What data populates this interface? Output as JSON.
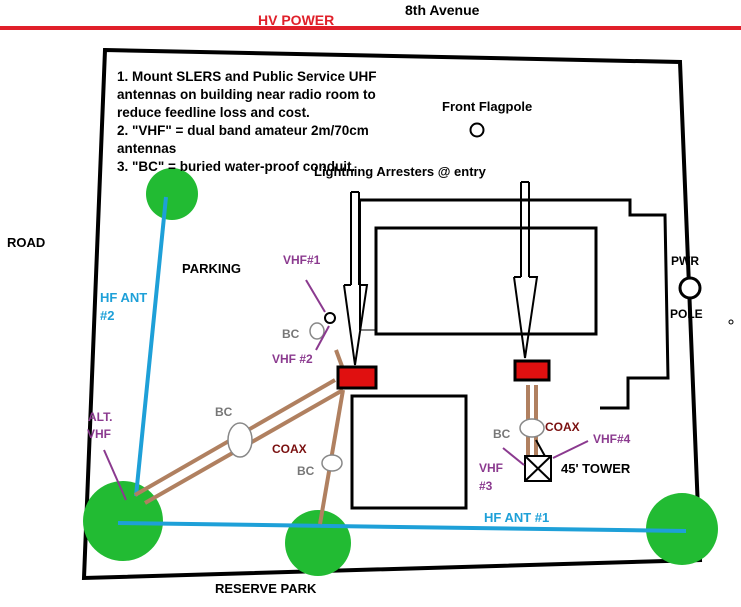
{
  "street_top": "8th Avenue",
  "hv_power": "HV POWER",
  "road": "ROAD",
  "parking": "PARKING",
  "reserve_park": "RESERVE PARK",
  "front_flagpole": "Front Flagpole",
  "lightning_arresters": "Lightning Arresters @ entry",
  "pwr": "PWR",
  "pole": "POLE",
  "notes": [
    "1.  Mount SLERS and Public Service UHF antennas on building near radio room to reduce feedline loss and cost.",
    "2.  \"VHF\" =  dual band amateur 2m/70cm antennas",
    "3.  \"BC\" = buried water-proof conduit."
  ],
  "labels": {
    "hf_ant_2_a": "HF ANT",
    "hf_ant_2_b": "#2",
    "alt_vhf_a": "ALT.",
    "alt_vhf_b": "VHF",
    "vhf1": "VHF#1",
    "vhf2": "VHF #2",
    "vhf3_a": "VHF",
    "vhf3_b": "#3",
    "vhf4": "VHF#4",
    "bc": "BC",
    "coax": "COAX",
    "tower": "45' TOWER",
    "hf_ant_1": "HF ANT #1"
  },
  "colors": {
    "hv_power": "#e0202a",
    "hf_antenna": "#1ea0d8",
    "vhf_label": "#8b3a8f",
    "coax_label": "#7a1010",
    "coax_line": "#b08060",
    "tree": "#22bb33",
    "arrester": "#e01010"
  }
}
